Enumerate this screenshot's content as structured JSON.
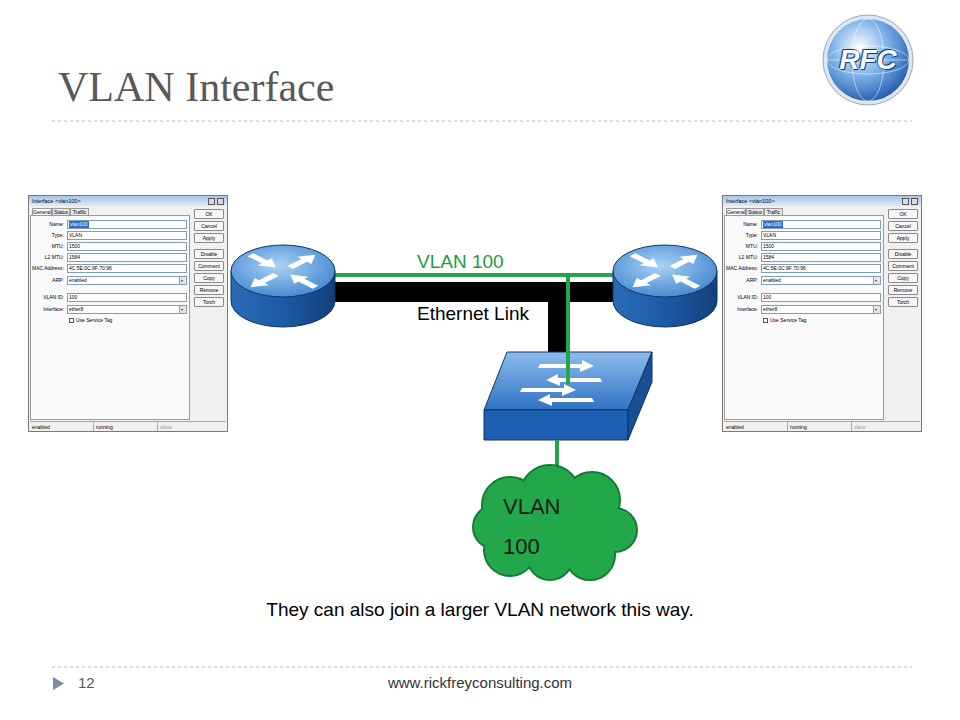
{
  "diagram": {
    "title": "VLAN Interface",
    "caption": "They can also join a larger VLAN network this way.",
    "nodes": [
      {
        "text": [
          "Interface <vlan100>",
          "General",
          "Status",
          "Traffic",
          "Name:",
          "vlan100",
          "Type:",
          "VLAN",
          "MTU:",
          "1500",
          "L2 MTU:",
          "1584",
          "MAC Address:",
          "4C:5E:0C:9F:70:96",
          "ARP:",
          "enabled",
          "VLAN ID:",
          "100",
          "Interface:",
          "ether8",
          "Use Service Tag",
          "OK",
          "Cancel",
          "Apply",
          "Disable",
          "Comment",
          "Copy",
          "Remove",
          "Torch",
          "enabled",
          "running",
          "slave"
        ]
      },
      {
        "text": [
          "Interface <vlan100>",
          "General",
          "Status",
          "Traffic",
          "Name:",
          "vlan100",
          "Type:",
          "VLAN",
          "MTU:",
          "1500",
          "L2 MTU:",
          "1584",
          "MAC Address:",
          "4C:5E:0C:9F:70:96",
          "ARP:",
          "enabled",
          "VLAN ID:",
          "100",
          "Interface:",
          "ether8",
          "Use Service Tag",
          "OK",
          "Cancel",
          "Apply",
          "Disable",
          "Comment",
          "Copy",
          "Remove",
          "Torch",
          "enabled",
          "running",
          "slave"
        ]
      },
      {
        "text": [
          "VLAN 100"
        ]
      }
    ],
    "labels": [
      "VLAN 100",
      "Ethernet Link",
      "RFC",
      "12",
      "www.rickfreyconsulting.com"
    ]
  }
}
